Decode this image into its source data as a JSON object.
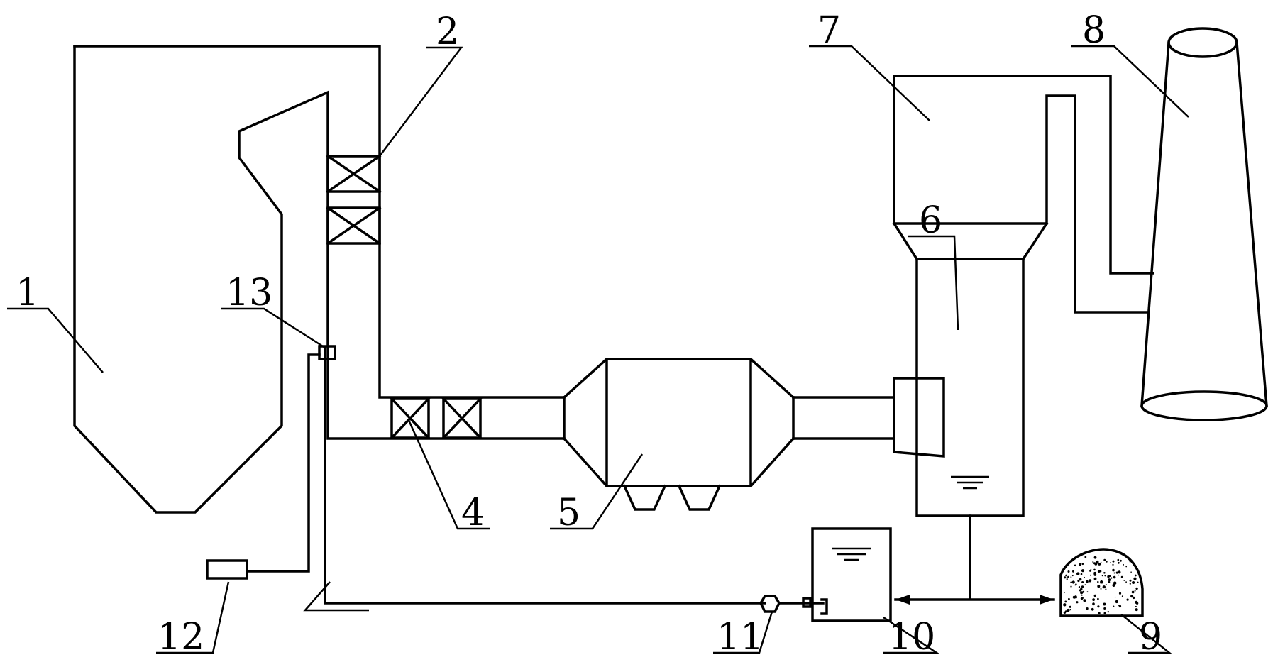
{
  "diagram": {
    "labels": {
      "boiler": "1",
      "scr_reactor": "2",
      "air_preheater": "4",
      "electrostatic_precipitator": "5",
      "desulfurization_tower": "6",
      "wet_esp": "7",
      "chimney": "8",
      "limestone_pile": "9",
      "slurry_tank": "10",
      "pump": "11",
      "controller": "12",
      "spray_nozzle": "13"
    },
    "colors": {
      "line": "#000000",
      "background": "#ffffff"
    }
  }
}
